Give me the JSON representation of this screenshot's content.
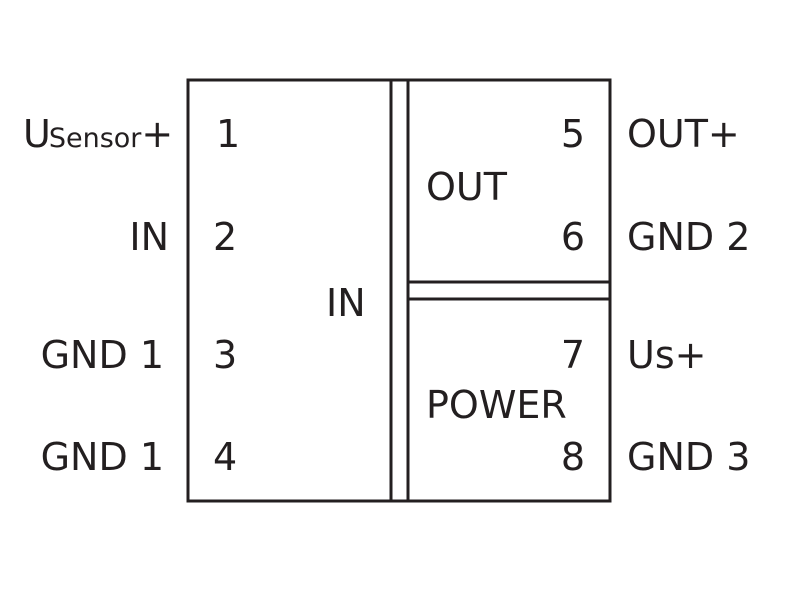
{
  "diagram": {
    "left_labels": {
      "pin1": {
        "main": "U",
        "sub": "Sensor",
        "suffix": "+"
      },
      "pin2": "IN",
      "pin3": "GND 1",
      "pin4": "GND 1"
    },
    "left_pins": [
      "1",
      "2",
      "3",
      "4"
    ],
    "blocks": {
      "in": "IN",
      "out": "OUT",
      "power": "POWER"
    },
    "right_pins": [
      "5",
      "6",
      "7",
      "8"
    ],
    "right_labels": [
      "OUT+",
      "GND 2",
      "Us+",
      "GND 3"
    ],
    "colors": {
      "line": "#231f20",
      "background": "#ffffff"
    }
  }
}
